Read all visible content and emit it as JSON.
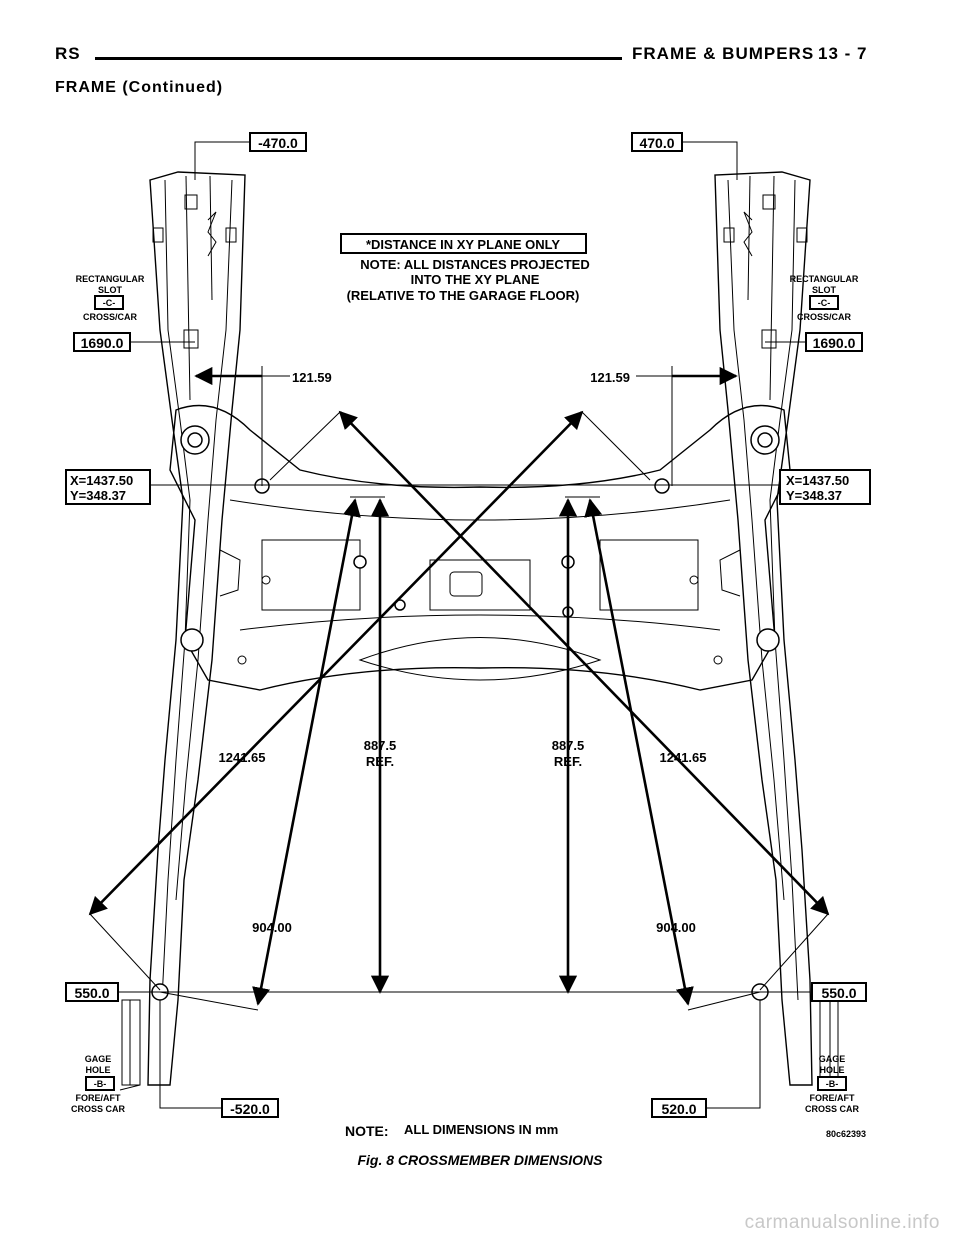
{
  "header": {
    "left": "RS",
    "section": "FRAME & BUMPERS",
    "page": "13 - 7"
  },
  "subtitle": "FRAME (Continued)",
  "figure": {
    "box_top_left": "-470.0",
    "box_top_right": "470.0",
    "note_box": "*DISTANCE IN XY PLANE ONLY",
    "note_line1": "NOTE: ALL DISTANCES PROJECTED",
    "note_line2": "INTO THE XY PLANE",
    "note_line3": "(RELATIVE TO THE GARAGE FLOOR)",
    "slot_l1": "RECTANGULAR",
    "slot_l2": "SLOT",
    "slot_code": "-C-",
    "slot_l3": "CROSS/CAR",
    "box_1690": "1690.0",
    "dim_121": "121.59",
    "xy_x": "X=1437.50",
    "xy_y": "Y=348.37",
    "dim_1241": "1241.65",
    "dim_887": "887.5",
    "ref": "REF.",
    "dim_904": "904.00",
    "box_550": "550.0",
    "gage_l1": "GAGE",
    "gage_l2": "HOLE",
    "gage_code": "-B-",
    "gage_l3": "FORE/AFT",
    "gage_l4": "CROSS CAR",
    "box_bottom_left": "-520.0",
    "box_bottom_right": "520.0",
    "note_label": "NOTE:",
    "note_mm": "ALL DIMENSIONS IN mm",
    "fig_id": "80c62393"
  },
  "caption": "Fig. 8 CROSSMEMBER DIMENSIONS",
  "watermark": "carmanualsonline.info"
}
